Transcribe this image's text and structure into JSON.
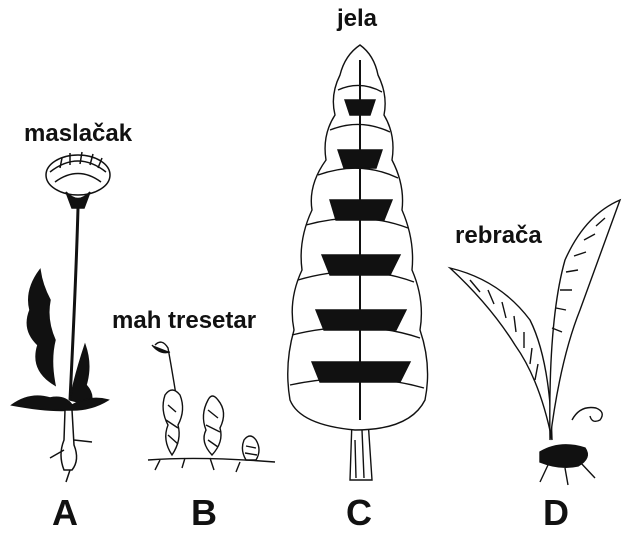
{
  "plants": [
    {
      "name": "maslačak",
      "letter": "A"
    },
    {
      "name": "mah tresetar",
      "letter": "B"
    },
    {
      "name": "jela",
      "letter": "C"
    },
    {
      "name": "rebrača",
      "letter": "D"
    }
  ],
  "colors": {
    "ink": "#111111",
    "paper": "#ffffff"
  }
}
